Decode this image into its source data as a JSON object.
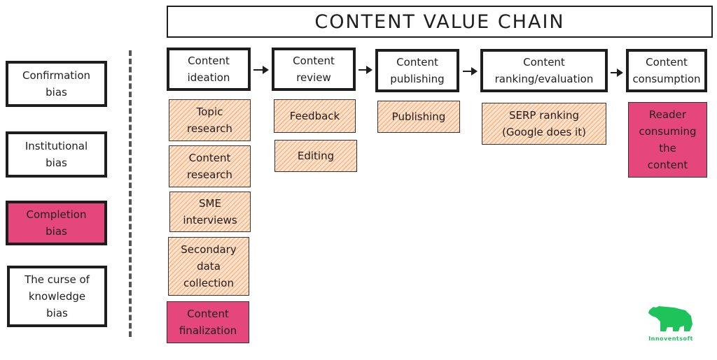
{
  "title": "CONTENT VALUE CHAIN",
  "biases": [
    {
      "label": "Confirmation\nbias",
      "highlighted": false
    },
    {
      "label": "Institutional\nbias",
      "highlighted": false
    },
    {
      "label": "Completion\nbias",
      "highlighted": true
    },
    {
      "label": "The curse of\nknowledge\nbias",
      "highlighted": false
    }
  ],
  "stages": [
    {
      "label": "Content\nideation",
      "tasks": [
        {
          "label": "Topic\nresearch",
          "style": "hatch"
        },
        {
          "label": "Content\nresearch",
          "style": "hatch"
        },
        {
          "label": "SME\ninterviews",
          "style": "hatch"
        },
        {
          "label": "Secondary\ndata\ncollection",
          "style": "hatch"
        },
        {
          "label": "Content\nfinalization",
          "style": "pink"
        }
      ]
    },
    {
      "label": "Content\nreview",
      "tasks": [
        {
          "label": "Feedback",
          "style": "hatch"
        },
        {
          "label": "Editing",
          "style": "hatch"
        }
      ]
    },
    {
      "label": "Content\npublishing",
      "tasks": [
        {
          "label": "Publishing",
          "style": "hatch"
        }
      ]
    },
    {
      "label": "Content\nranking/evaluation",
      "tasks": [
        {
          "label": "SERP ranking\n(Google does it)",
          "style": "hatch"
        }
      ]
    },
    {
      "label": "Content\nconsumption",
      "tasks": [
        {
          "label": "Reader\nconsuming\nthe\ncontent",
          "style": "pink"
        }
      ]
    }
  ],
  "logo": {
    "name": "Innoventsoft",
    "color": "#1ec45a"
  },
  "colors": {
    "highlight": "#e5477d",
    "hatch": "#f6b98c",
    "ink": "#1e1e1e"
  }
}
